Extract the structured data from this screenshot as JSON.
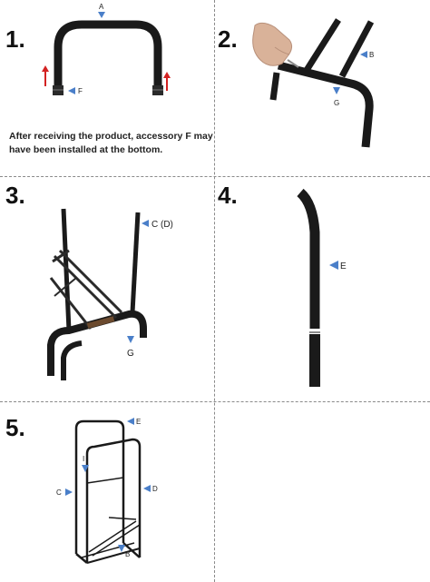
{
  "steps": [
    {
      "number": "1.",
      "caption": "After receiving the product, accessory F may have been installed at the bottom.",
      "labels": {
        "top": "A",
        "foot": "F"
      }
    },
    {
      "number": "2.",
      "labels": {
        "rail": "B",
        "joint": "G"
      }
    },
    {
      "number": "3.",
      "labels": {
        "pole": "C (D)",
        "base": "G"
      }
    },
    {
      "number": "4.",
      "labels": {
        "tube": "E"
      }
    },
    {
      "number": "5.",
      "labels": {
        "top": "E",
        "left": "C",
        "right": "D",
        "inner": "I",
        "bottom": "B"
      }
    }
  ],
  "colors": {
    "frame": "#1a1a1a",
    "arrow_blue": "#4a7fc9",
    "arrow_red": "#d32222",
    "divider": "#8a8a8a"
  }
}
